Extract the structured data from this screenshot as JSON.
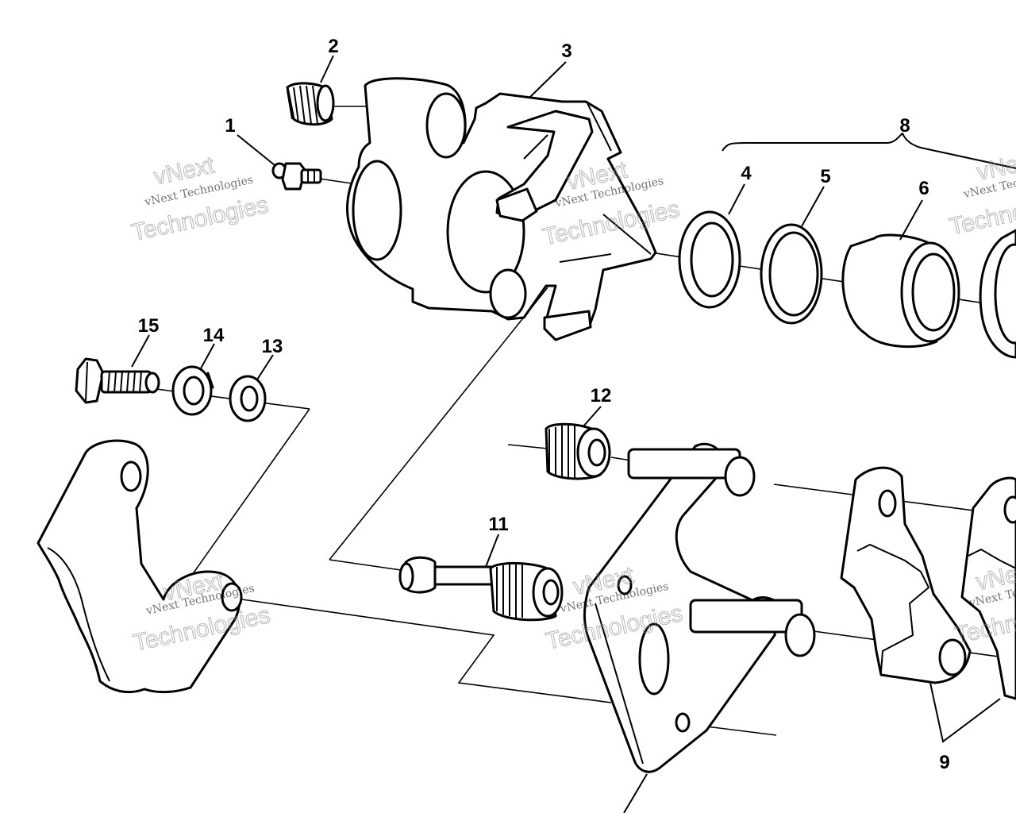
{
  "diagram": {
    "callouts": {
      "c1": "1",
      "c2": "2",
      "c3": "3",
      "c4": "4",
      "c5": "5",
      "c6": "6",
      "c8": "8",
      "c9": "9",
      "c11": "11",
      "c12": "12",
      "c13": "13",
      "c14": "14",
      "c15": "15"
    },
    "watermark": {
      "small": "vNext Technologies",
      "big": "Technologies",
      "top": "vNext"
    }
  }
}
